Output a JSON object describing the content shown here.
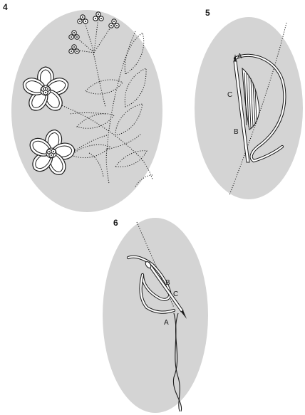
{
  "panels": [
    {
      "number": "4"
    },
    {
      "number": "5",
      "points": {
        "a": "A",
        "b": "B",
        "c": "C"
      }
    },
    {
      "number": "6",
      "points": {
        "a": "A",
        "b": "B",
        "c": "C"
      }
    }
  ],
  "colors": {
    "background": "#ffffff",
    "fabric": "#d4d4d4",
    "thread": "#1a1a1a",
    "thread_fill": "#ffffff"
  }
}
